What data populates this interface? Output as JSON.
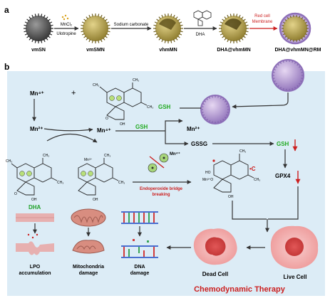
{
  "panel_a": {
    "letter": "a",
    "stages": [
      "vmSN",
      "vmSMN",
      "vhmMN",
      "DHA@vhmMN",
      "DHA@vhmMN@RM"
    ],
    "step1_top": "MnCl₂",
    "step1_bottom": "Ulotropine",
    "step2": "Sodium carbonate",
    "step3": "DHA",
    "step4_line1": "Red cell",
    "step4_line2": "Membrane"
  },
  "panel_b": {
    "letter": "b",
    "mn4_top": "Mn⁴⁺",
    "plus": "+",
    "gsh_top": "GSH",
    "mn2_right": "Mn²⁺",
    "mn2_left": "Mn²⁺",
    "mn4_mid": "Mn⁴⁺",
    "gsh_mid": "GSH",
    "gssg": "GSSG",
    "gsh_down": "GSH",
    "gpx4": "GPX4",
    "dha": "DHA",
    "mn4_complex": "Mn⁴⁺",
    "bridge_line1": "Endoperoxide bridge",
    "bridge_line2": "breaking",
    "radical": "•C",
    "ch3": "CH₃",
    "h": "H",
    "oh": "OH",
    "o": "O",
    "mn3": "Mn³⁺",
    "mn3_o": "Mn³⁺O",
    "ho": "HO",
    "outcomes": [
      "LPO accumulation",
      "Mitochondria damage",
      "DNA damage"
    ],
    "lpo_line1": "LPO",
    "lpo_line2": "accumulation",
    "mito_line1": "Mitochondria",
    "mito_line2": "damage",
    "dna_line1": "DNA",
    "dna_line2": "damage",
    "dead_cell": "Dead Cell",
    "live_cell": "Live Cell",
    "therapy": "Chemodynamic Therapy"
  },
  "colors": {
    "panel_bg": "#dcecf6",
    "green": "#1fa12a",
    "red": "#cc1f1f",
    "gsh_green": "#22aa22",
    "purple": "#9b7fc4",
    "cell_pink": "#f3b2b2",
    "cell_core": "#e88888"
  }
}
